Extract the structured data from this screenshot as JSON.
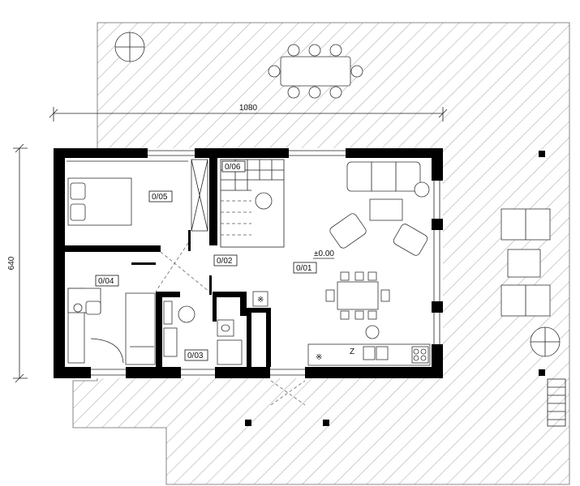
{
  "dimensions": {
    "width_label": "1080",
    "height_label": "640"
  },
  "level": "±0.00",
  "rooms": [
    {
      "id": "0/01"
    },
    {
      "id": "0/02"
    },
    {
      "id": "0/03"
    },
    {
      "id": "0/04"
    },
    {
      "id": "0/05"
    },
    {
      "id": "0/06"
    }
  ],
  "appliance_mark": "Z"
}
